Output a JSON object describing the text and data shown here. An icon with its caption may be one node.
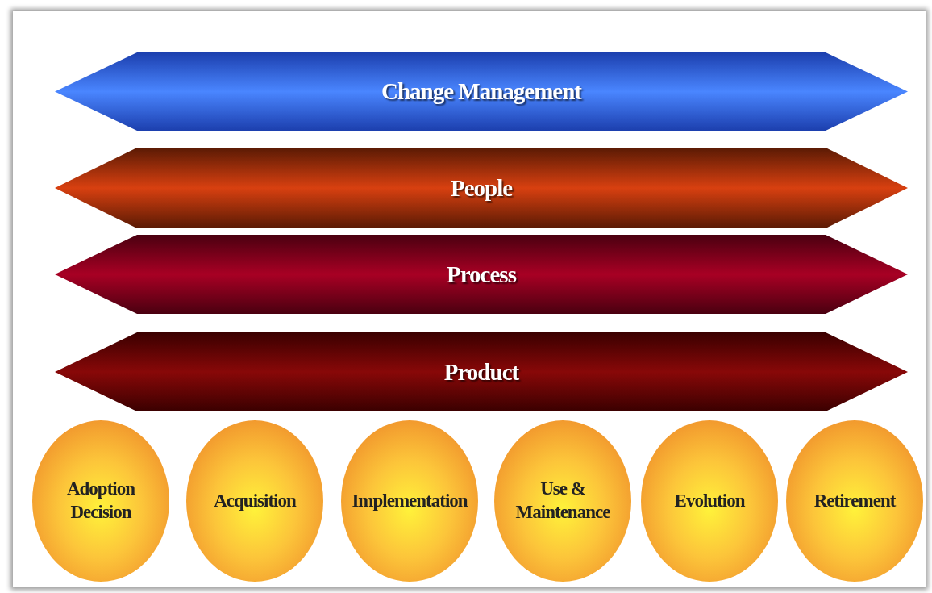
{
  "diagram": {
    "nodes": [
      {
        "text": [
          "Change Management"
        ]
      },
      {
        "text": [
          "People"
        ]
      },
      {
        "text": [
          "Process"
        ]
      },
      {
        "text": [
          "Product"
        ]
      },
      {
        "text": [
          "Adoption Decision"
        ]
      },
      {
        "text": [
          "Acquisition"
        ]
      },
      {
        "text": [
          "Implementation"
        ]
      },
      {
        "text": [
          "Use & Maintenance"
        ]
      },
      {
        "text": [
          "Evolution"
        ]
      },
      {
        "text": [
          "Retirement"
        ]
      }
    ]
  }
}
